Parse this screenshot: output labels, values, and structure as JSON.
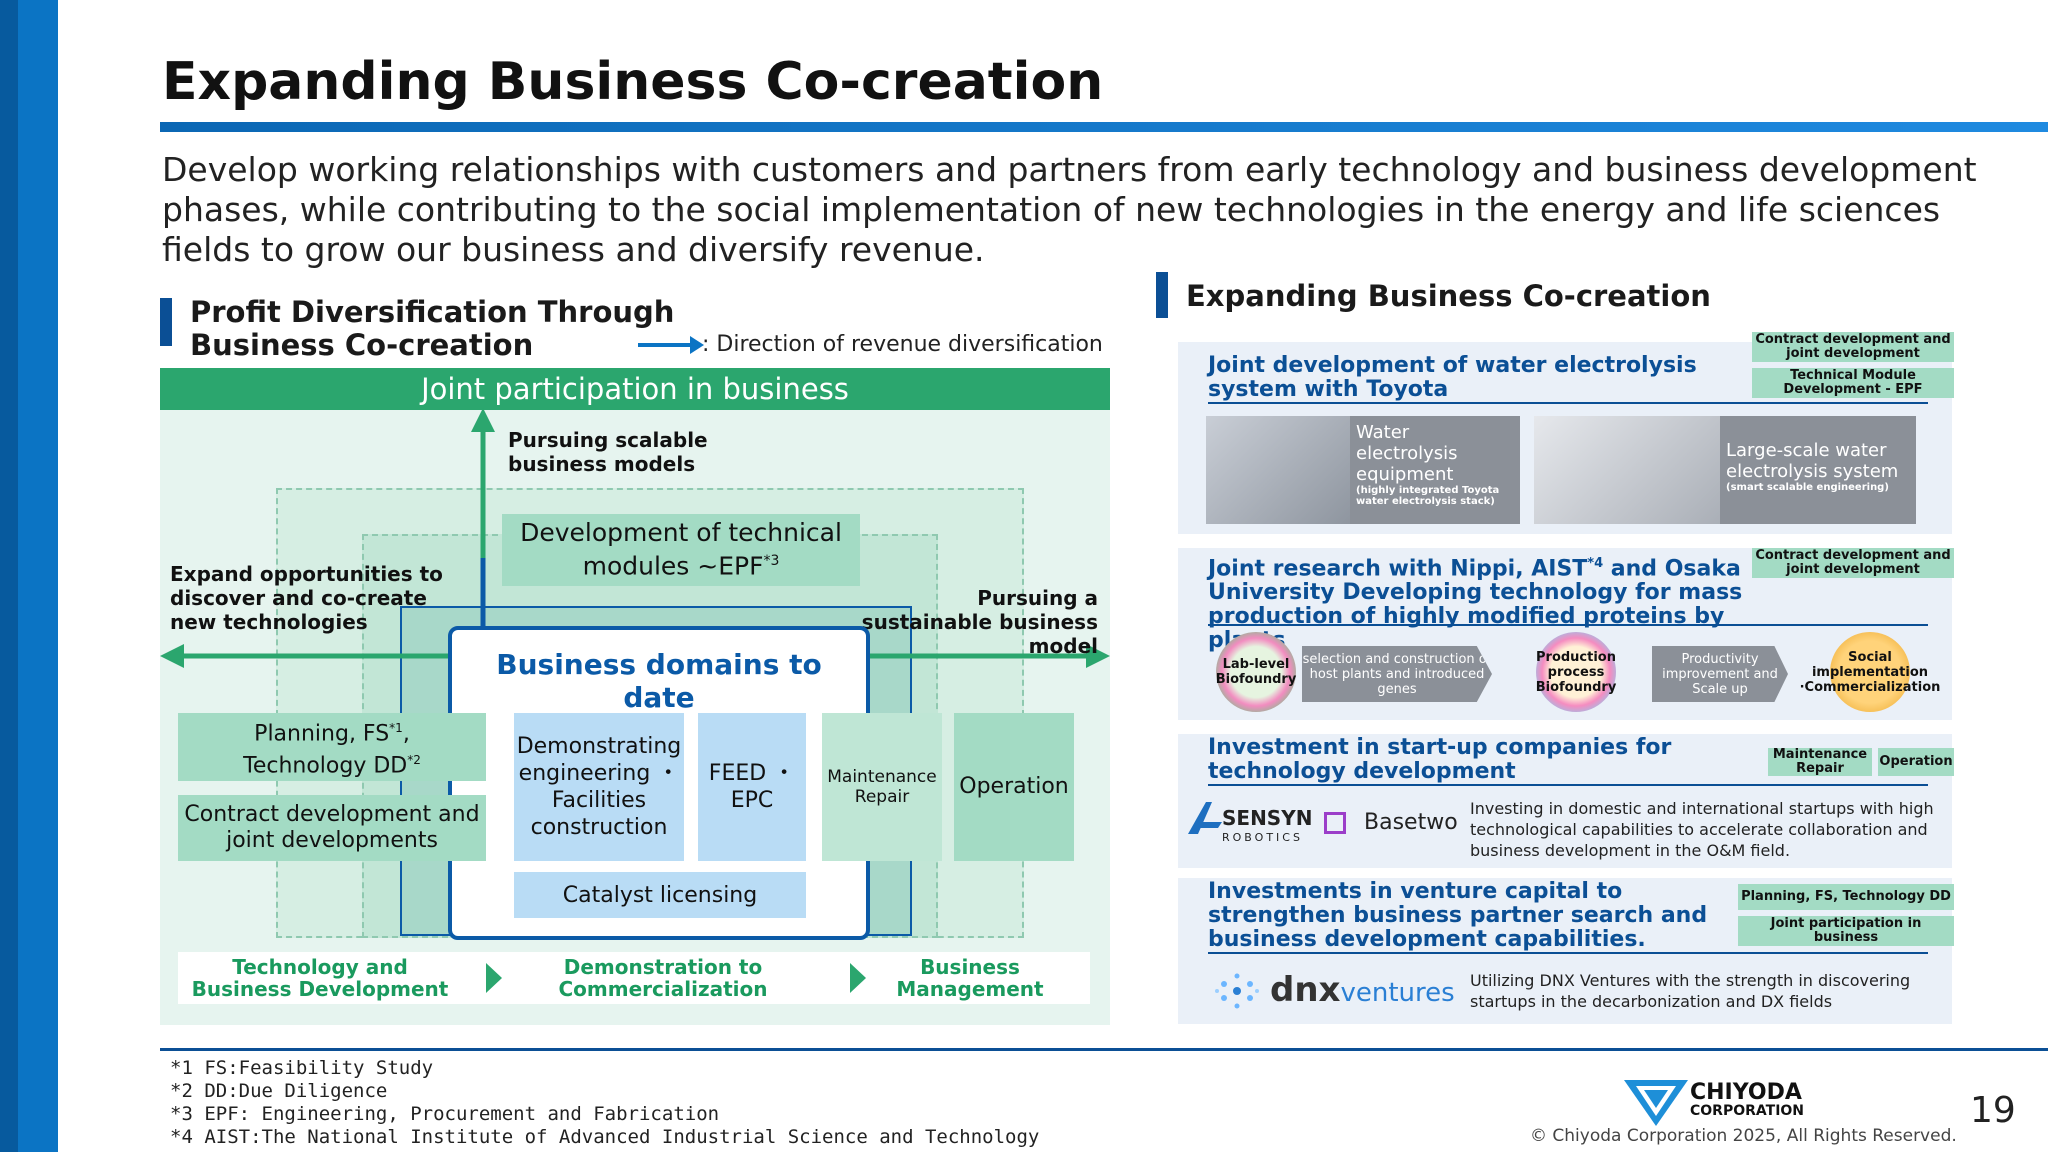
{
  "title": "Expanding Business Co-creation",
  "intro": "Develop working relationships with customers and partners from early technology and business development phases, while contributing to the social implementation of new technologies in the energy and life sciences fields to grow our business and diversify revenue.",
  "left_section": {
    "heading_line1": "Profit Diversification Through",
    "heading_line2": "Business Co-creation",
    "legend": ": Direction of revenue diversification",
    "joint_participation": "Joint participation in business",
    "pursuing_scalable": "Pursuing scalable business models",
    "expand_opportunities": "Expand opportunities to discover and co-create new technologies",
    "pursuing_sustainable": "Pursuing a sustainable business model",
    "epf_module": "Development of technical modules ~EPF",
    "epf_sup": "*3",
    "domains_title": "Business domains to date",
    "planning_fs": "Planning, FS",
    "planning_fs_sup": "*1",
    "technology_dd": "Technology DD",
    "technology_dd_sup": "*2",
    "contract_dev": "Contract development and joint developments",
    "demonstrating": "Demonstrating engineering ・Facilities construction",
    "feed_epc": "FEED ・EPC",
    "maintenance": "Maintenance Repair",
    "operation": "Operation",
    "catalyst": "Catalyst licensing",
    "phases": [
      "Technology and Business Development",
      "Demonstration to Commercialization",
      "Business Management"
    ]
  },
  "right_section": {
    "heading": "Expanding Business Co-creation",
    "cards": [
      {
        "title": "Joint development of water electrolysis system with Toyota",
        "tags": [
          "Contract development and joint development",
          "Technical Module Development - EPF"
        ],
        "photo1_caption": "Water electrolysis equipment",
        "photo1_small": "(highly integrated Toyota water electrolysis stack)",
        "photo2_caption": "Large-scale water electrolysis system",
        "photo2_small": "(smart scalable engineering)"
      },
      {
        "title_part1": "Joint research with Nippi, AIST",
        "title_sup": "*4",
        "title_part2": " and Osaka University Developing technology for mass production of highly modified proteins by plants",
        "tags": [
          "Contract development and joint development"
        ],
        "flow": [
          "Lab-level Biofoundry",
          "selection and construction of host plants and introduced genes",
          "Production process Biofoundry",
          "Productivity improvement and Scale up",
          "Social implementation ·Commercialization"
        ]
      },
      {
        "title": "Investment in start-up companies for technology development",
        "tags": [
          "Maintenance Repair",
          "Operation"
        ],
        "logo1": "SENSYN",
        "logo1_sub": "ROBOTICS",
        "logo2": "Basetwo",
        "body": "Investing in domestic and international startups with high technological capabilities to accelerate collaboration and business development in the O&M field."
      },
      {
        "title": "Investments in venture capital to strengthen business partner search and business development capabilities.",
        "tags": [
          "Planning, FS, Technology DD",
          "Joint participation in business"
        ],
        "logo": "dnx",
        "logo_suffix": "ventures",
        "body": "Utilizing DNX Ventures with the strength in discovering startups in the decarbonization and DX fields"
      }
    ]
  },
  "footnotes": [
    "*1 FS:Feasibility Study",
    "*2 DD:Due Diligence",
    "*3 EPF: Engineering, Procurement and Fabrication",
    "*4 AIST:The National Institute of Advanced Industrial Science and Technology"
  ],
  "logo_text_1": "CHIYODA",
  "logo_text_2": "CORPORATION",
  "copyright": "© Chiyoda Corporation 2025, All Rights Reserved.",
  "page_number": "19",
  "colors": {
    "brand_blue": "#0b74c4",
    "accent_green": "#2ba66e",
    "navy": "#0b4f95"
  }
}
